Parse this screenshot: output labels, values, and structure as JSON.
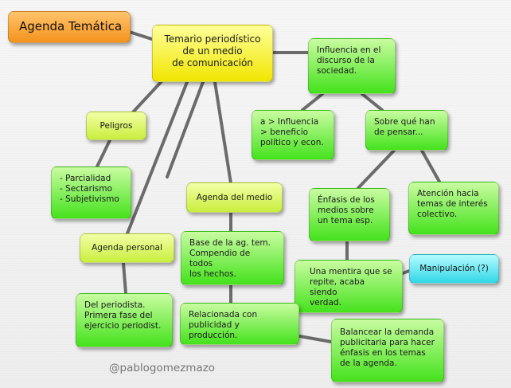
{
  "title": "Agenda Temática",
  "credit": "@pablogomezmazo",
  "nodes": {
    "central": "Temario periodístico\nde un medio\nde comunicación",
    "influencia_discurso": "Influencia en el\ndiscurso de la\nsociedad.",
    "peligros": "Peligros",
    "influencia_beneficio": "a > Influencia\n> beneficio\npolítico y econ.",
    "sobre_que": "Sobre qué han\nde pensar...",
    "lista_peligros": "- Parcialidad\n- Sectarismo\n- Subjetivismo",
    "agenda_medio": "Agenda del medio",
    "enfasis": "Énfasis de los\nmedios sobre\nun tema esp.",
    "atencion": "Atención hacia\ntemas de interés\ncolectivo.",
    "agenda_personal": "Agenda personal",
    "base_agenda": "Base de la ag. tem.\nCompendio de todos\nlos hechos.",
    "mentira": "Una mentira que se\nrepite, acaba siendo\nverdad.",
    "manipulacion": "Manipulación (?)",
    "periodista": "Del periodista.\nPrimera fase del\nejercicio periodist.",
    "relacionada": "Relacionada con\npublicidad y producción.",
    "balancear": "Balancear la demanda\npublicitaria para hacer\nénfasis en los temas\nde la agenda."
  },
  "colors": {
    "title_box": "#f3931c",
    "central": "#f0e600",
    "category": "#c9ee3d",
    "detail": "#44e21c",
    "manipulation": "#30d8e6",
    "connector": "#6b6b6b"
  }
}
